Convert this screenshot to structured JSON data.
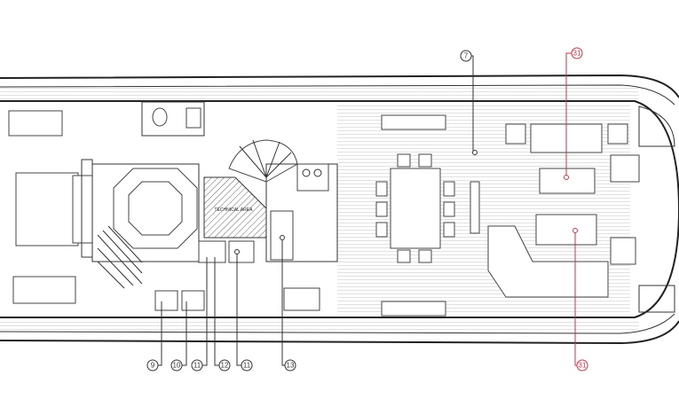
{
  "diagram": {
    "type": "yacht deck plan",
    "technical_area_label": "TECHNICAL AREA",
    "accent_color": "#c0394b",
    "callouts_top": [
      {
        "label": "7",
        "color": "#333333"
      },
      {
        "label": "31",
        "color": "#c0394b"
      }
    ],
    "callouts_bottom": [
      {
        "label": "9",
        "color": "#333333"
      },
      {
        "label": "10",
        "color": "#333333"
      },
      {
        "label": "11",
        "color": "#333333"
      },
      {
        "label": "12",
        "color": "#333333"
      },
      {
        "label": "11",
        "color": "#333333"
      },
      {
        "label": "13",
        "color": "#333333"
      },
      {
        "label": "31",
        "color": "#c0394b"
      }
    ]
  }
}
